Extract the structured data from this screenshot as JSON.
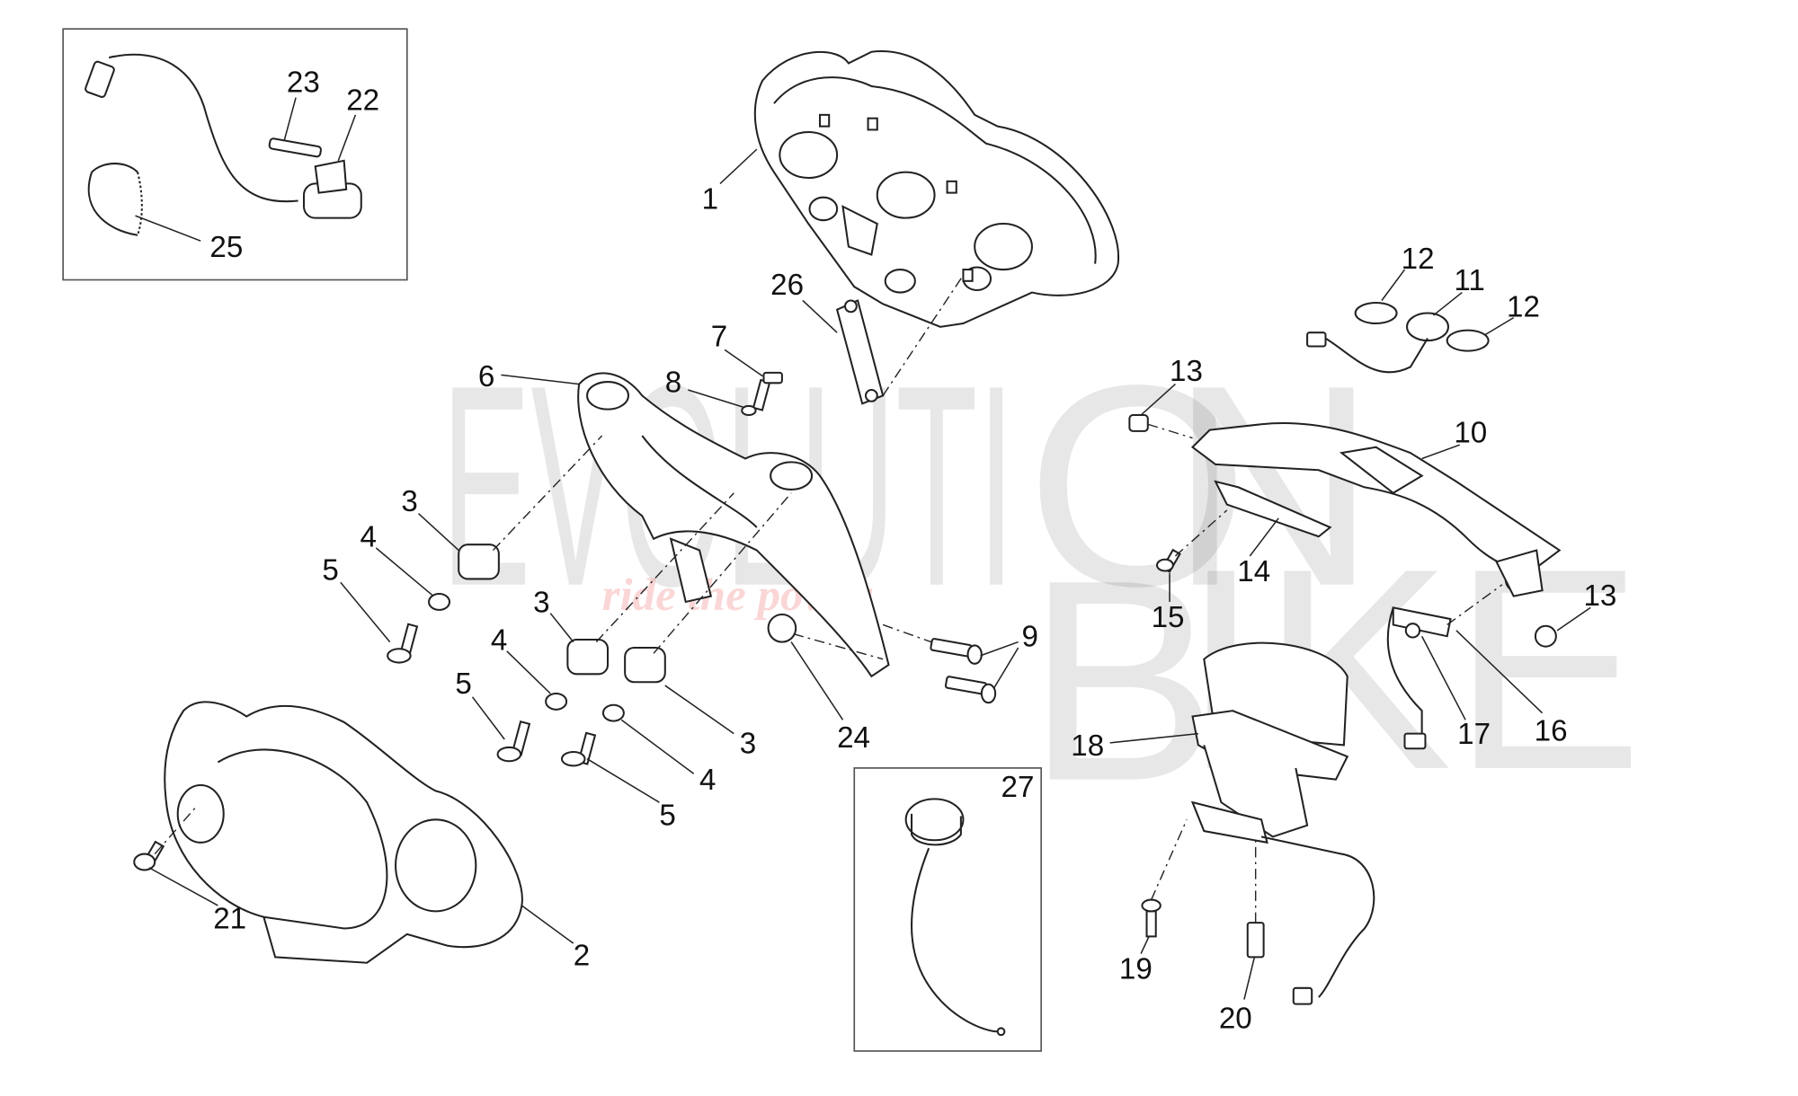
{
  "watermark": {
    "brand_top": "EVOLUTI",
    "brand_o": "O",
    "brand_n": "N",
    "brand_b": "B",
    "brand_ike": "IKE",
    "tagline": "ride the power"
  },
  "labels": {
    "l1": "1",
    "l2": "2",
    "l3a": "3",
    "l3b": "3",
    "l3c": "3",
    "l4a": "4",
    "l4b": "4",
    "l4c": "4",
    "l5a": "5",
    "l5b": "5",
    "l5c": "5",
    "l6": "6",
    "l7": "7",
    "l8": "8",
    "l9": "9",
    "l10": "10",
    "l11": "11",
    "l12a": "12",
    "l12b": "12",
    "l13a": "13",
    "l13b": "13",
    "l14": "14",
    "l15": "15",
    "l16": "16",
    "l17": "17",
    "l18": "18",
    "l19": "19",
    "l20": "20",
    "l21": "21",
    "l22": "22",
    "l23": "23",
    "l24": "24",
    "l25": "25",
    "l26": "26",
    "l27": "27"
  }
}
